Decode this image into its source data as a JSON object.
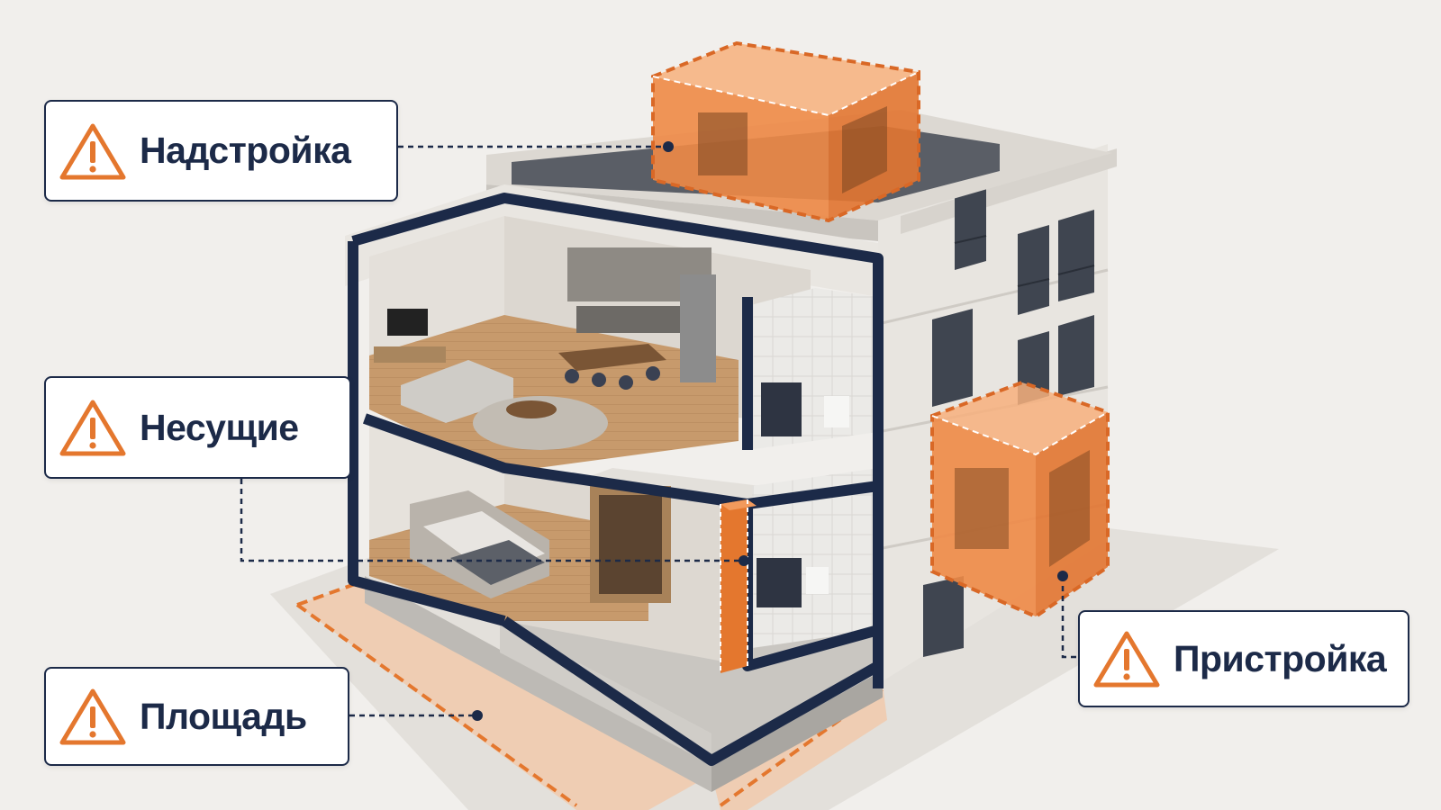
{
  "callouts": [
    {
      "id": "nadstroyka",
      "label": "Надстройка",
      "icon": "warning-triangle-icon"
    },
    {
      "id": "nesushchie",
      "label": "Несущие",
      "icon": "warning-triangle-icon"
    },
    {
      "id": "ploshchad",
      "label": "Площадь",
      "icon": "warning-triangle-icon"
    },
    {
      "id": "pristroyka",
      "label": "Пристройка",
      "icon": "warning-triangle-icon"
    }
  ],
  "colors": {
    "accent": "#e4772e",
    "accent_fill": "#f29a5c",
    "navy": "#1c2a48",
    "background": "#f1efec"
  }
}
